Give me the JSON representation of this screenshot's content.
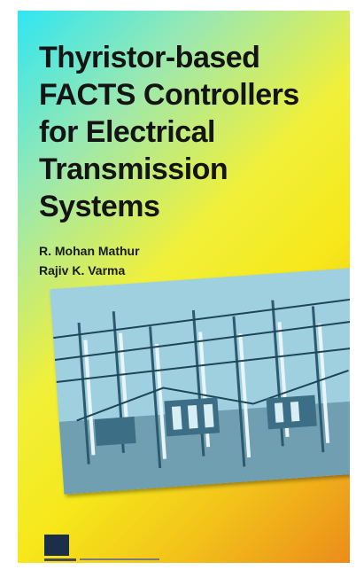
{
  "cover": {
    "title_lines": [
      "Thyristor-based",
      "FACTS Controllers",
      "for Electrical",
      "Transmission",
      "Systems"
    ],
    "authors": [
      "R. Mohan Mathur",
      "Rajiv K. Varma"
    ],
    "photo_icon": "substation-photo",
    "publisher_icon": "publisher-logo-icon"
  }
}
